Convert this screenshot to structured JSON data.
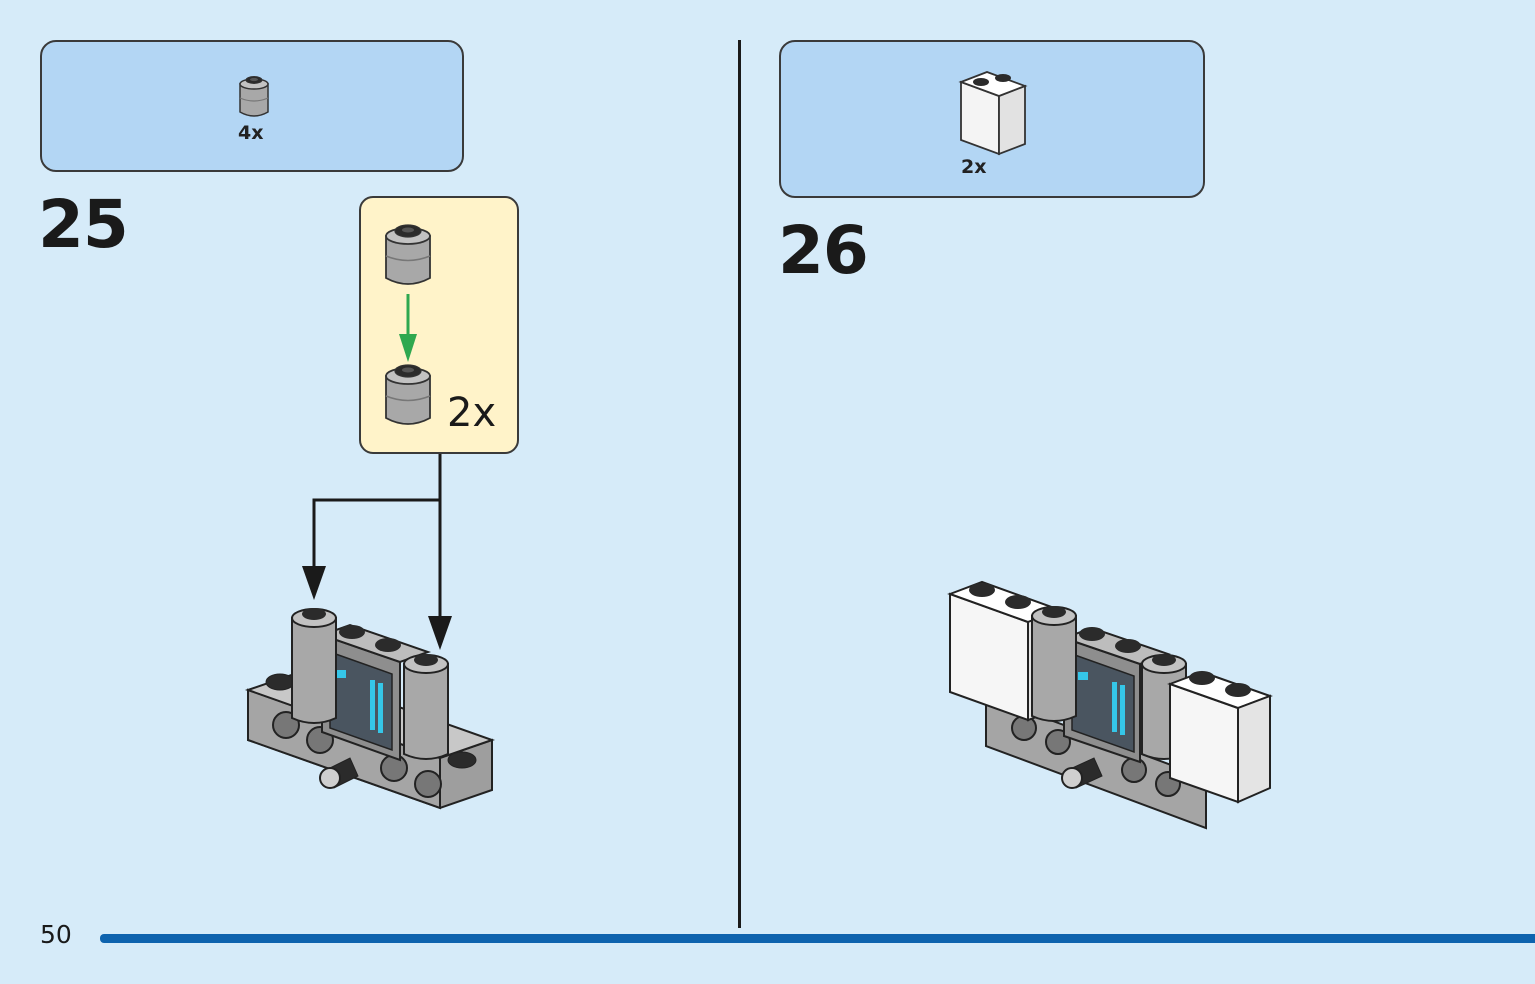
{
  "page": {
    "number": "50"
  },
  "steps": [
    {
      "number": "25",
      "parts": [
        {
          "name": "round-brick-1x1-grey",
          "quantity": "4x"
        }
      ],
      "subassembly": {
        "quantity": "2x"
      }
    },
    {
      "number": "26",
      "parts": [
        {
          "name": "brick-1x2x2-white",
          "quantity": "2x"
        }
      ]
    }
  ],
  "colors": {
    "background": "#d6ebf9",
    "parts_box": "#b3d6f4",
    "subassembly_box": "#fff3c9",
    "arrow_green": "#2fa84f",
    "page_bar": "#0e63ae",
    "grey_part": "#a9a9a9",
    "white_part": "#ffffff"
  }
}
